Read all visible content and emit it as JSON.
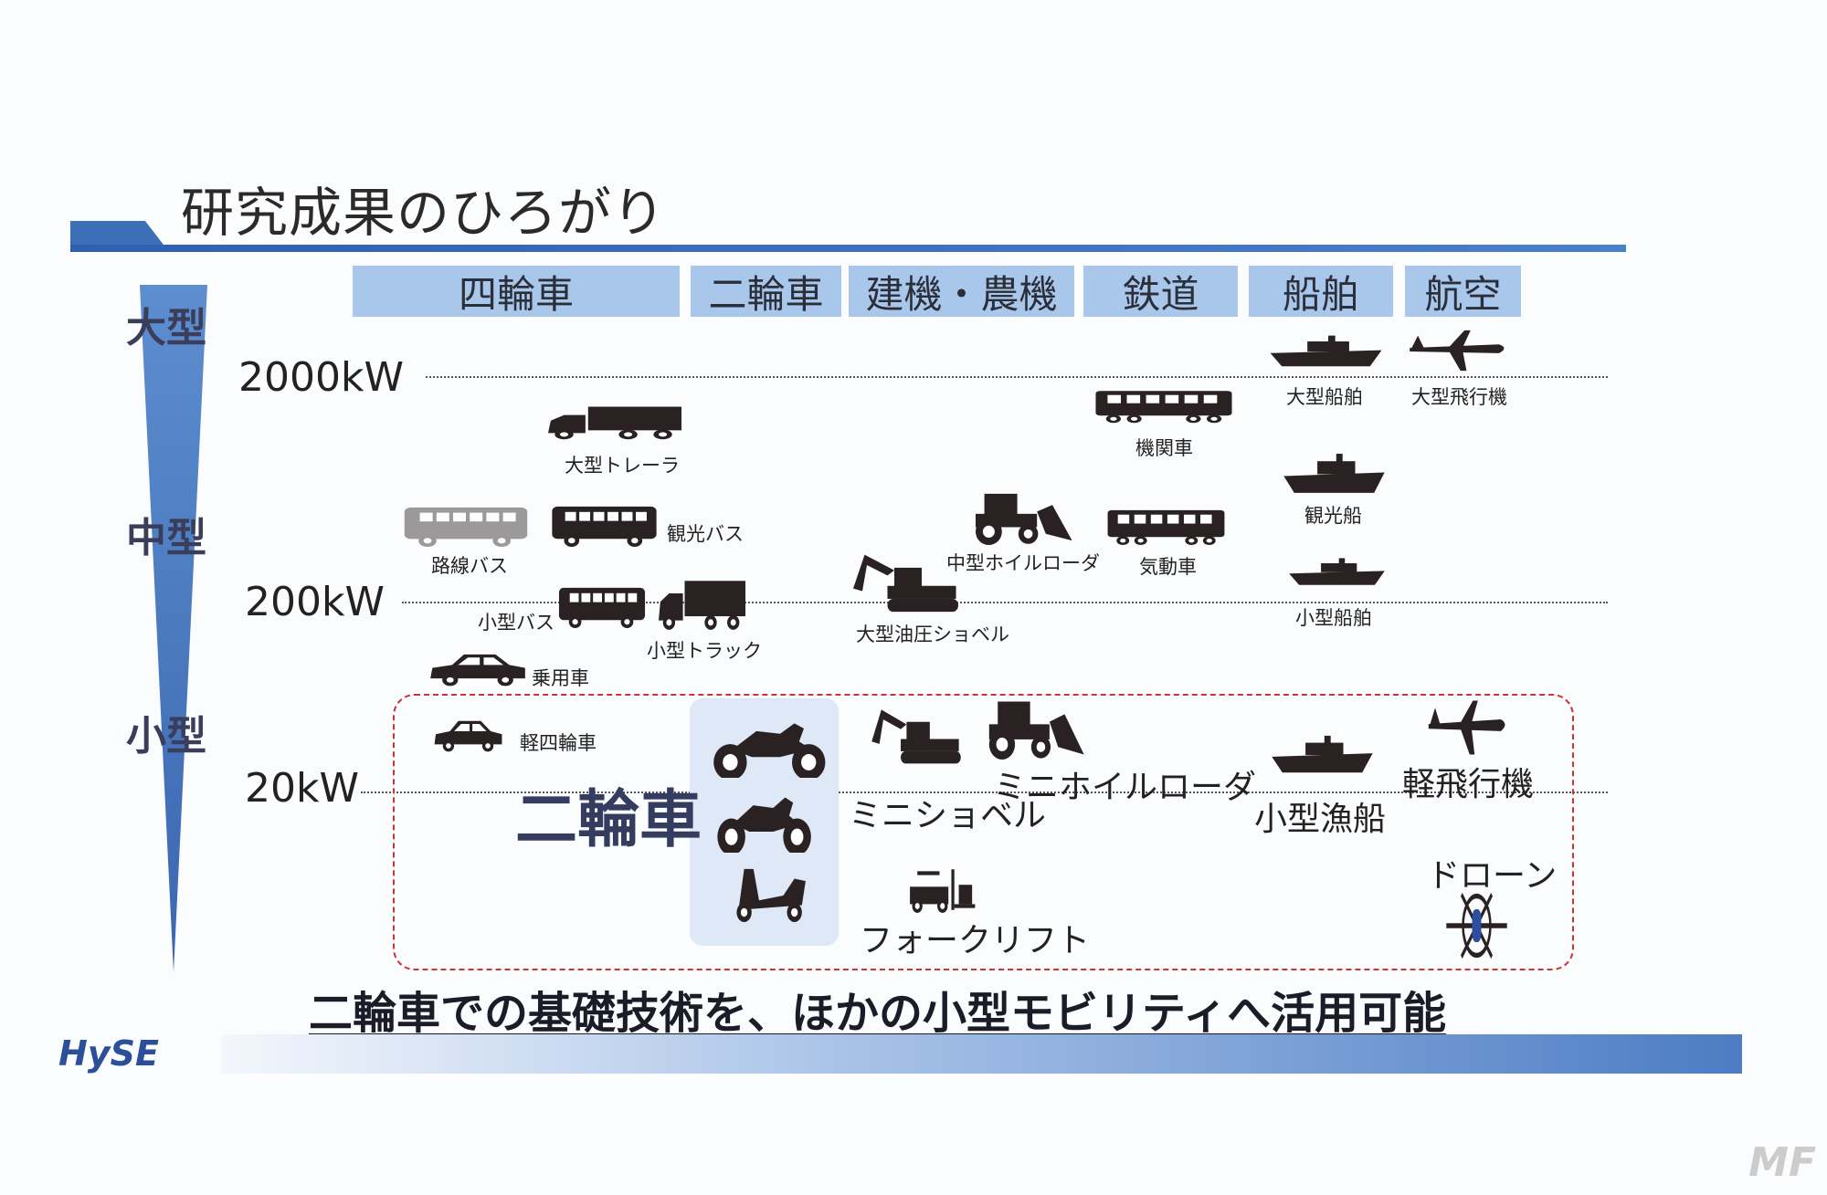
{
  "title": "研究成果のひろがり",
  "columns": [
    "四輪車",
    "二輪車",
    "建機・農機",
    "鉄道",
    "船舶",
    "航空"
  ],
  "size_labels": {
    "large": "大型",
    "medium": "中型",
    "small": "小型"
  },
  "power_levels": [
    "2000kW",
    "200kW",
    "20kW"
  ],
  "highlight_label": "二輪車",
  "items": {
    "trailer": {
      "label": "大型トレーラ",
      "icon": "truck-icon"
    },
    "route_bus": {
      "label": "路線バス",
      "icon": "bus-icon"
    },
    "tour_bus": {
      "label": "観光バス",
      "icon": "bus-icon"
    },
    "small_bus": {
      "label": "小型バス",
      "icon": "bus-icon"
    },
    "small_truck": {
      "label": "小型トラック",
      "icon": "truck-icon"
    },
    "car": {
      "label": "乗用車",
      "icon": "car-icon"
    },
    "kei_car": {
      "label": "軽四輪車",
      "icon": "car-icon"
    },
    "excavator_l": {
      "label": "大型油圧ショベル",
      "icon": "excavator-icon"
    },
    "loader_m": {
      "label": "中型ホイルローダ",
      "icon": "loader-icon"
    },
    "mini_excavator": {
      "label": "ミニショベル",
      "icon": "excavator-icon"
    },
    "mini_loader": {
      "label": "ミニホイルローダ",
      "icon": "loader-icon"
    },
    "forklift": {
      "label": "フォークリフト",
      "icon": "forklift-icon"
    },
    "locomotive": {
      "label": "機関車",
      "icon": "train-icon"
    },
    "railcar": {
      "label": "気動車",
      "icon": "train-icon"
    },
    "ship_l": {
      "label": "大型船舶",
      "icon": "ship-icon"
    },
    "cruise": {
      "label": "観光船",
      "icon": "ship-icon"
    },
    "boat_s": {
      "label": "小型船舶",
      "icon": "ship-icon"
    },
    "fishing": {
      "label": "小型漁船",
      "icon": "ship-icon"
    },
    "plane_l": {
      "label": "大型飛行機",
      "icon": "plane-icon"
    },
    "plane_s": {
      "label": "軽飛行機",
      "icon": "plane-icon"
    },
    "drone": {
      "label": "ドローン",
      "icon": "drone-icon"
    }
  },
  "motorcycles": [
    "motorcycle-icon",
    "motorcycle-icon",
    "scooter-icon"
  ],
  "bottom_message": "二輪車での基礎技術を、ほかの小型モビリティへ活用可能",
  "logo": "HySE",
  "watermark": "MF",
  "colors": {
    "accent": "#3d6fb8",
    "header": "#a9c7ea",
    "dash": "#cc3333",
    "text": "#343c60"
  }
}
